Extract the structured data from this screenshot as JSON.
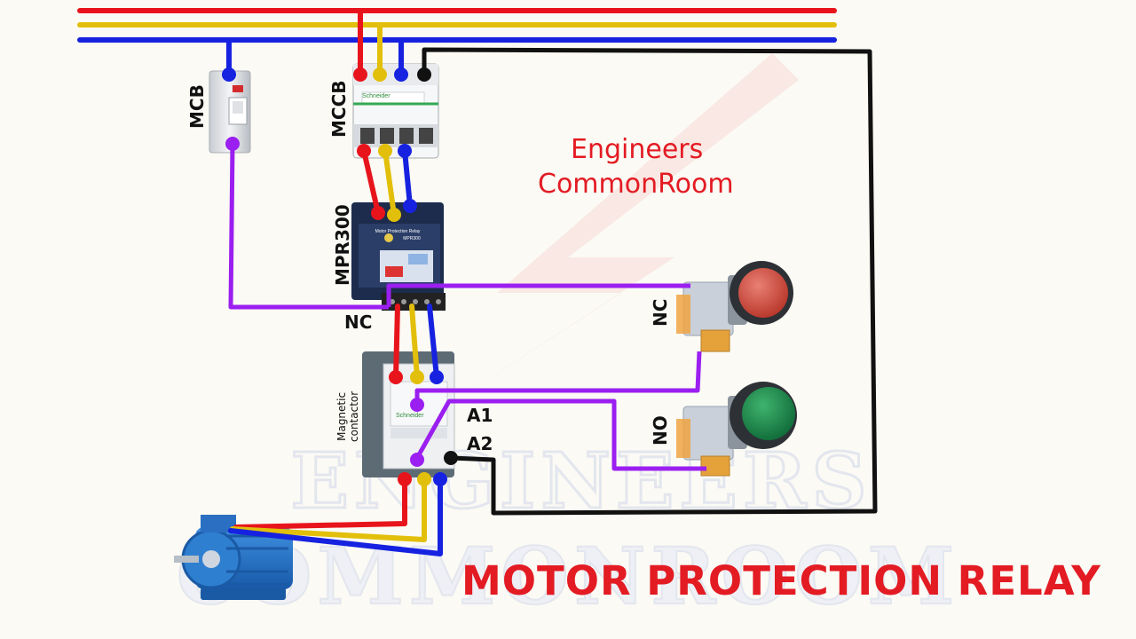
{
  "brand": {
    "line1": "Engineers",
    "line2": "CommonRoom"
  },
  "title": "MOTOR PROTECTION RELAY",
  "watermark": {
    "line1": "ENGINEERS",
    "line2": "COMMONROOM"
  },
  "labels": {
    "mcb": "MCB",
    "mccb": "MCCB",
    "mpr": "MPR300",
    "mpr_nc": "NC",
    "pb_nc": "NC",
    "pb_no": "NO",
    "contactor_line1": "Magnetic",
    "contactor_line2": "contactor",
    "a1": "A1",
    "a2": "A2"
  },
  "device_text": {
    "mpr_brand": "Motor Protection Relay",
    "mpr_model": "MPR300",
    "schneider": "Schneider"
  },
  "colors": {
    "phase_r": "#e8141c",
    "phase_y": "#e2bf0a",
    "phase_b": "#1622e0",
    "neutral": "#111111",
    "control": "#9b1ff0",
    "title": "#e31b23",
    "start_button": "#1f8a4c",
    "stop_button": "#d6453a"
  }
}
